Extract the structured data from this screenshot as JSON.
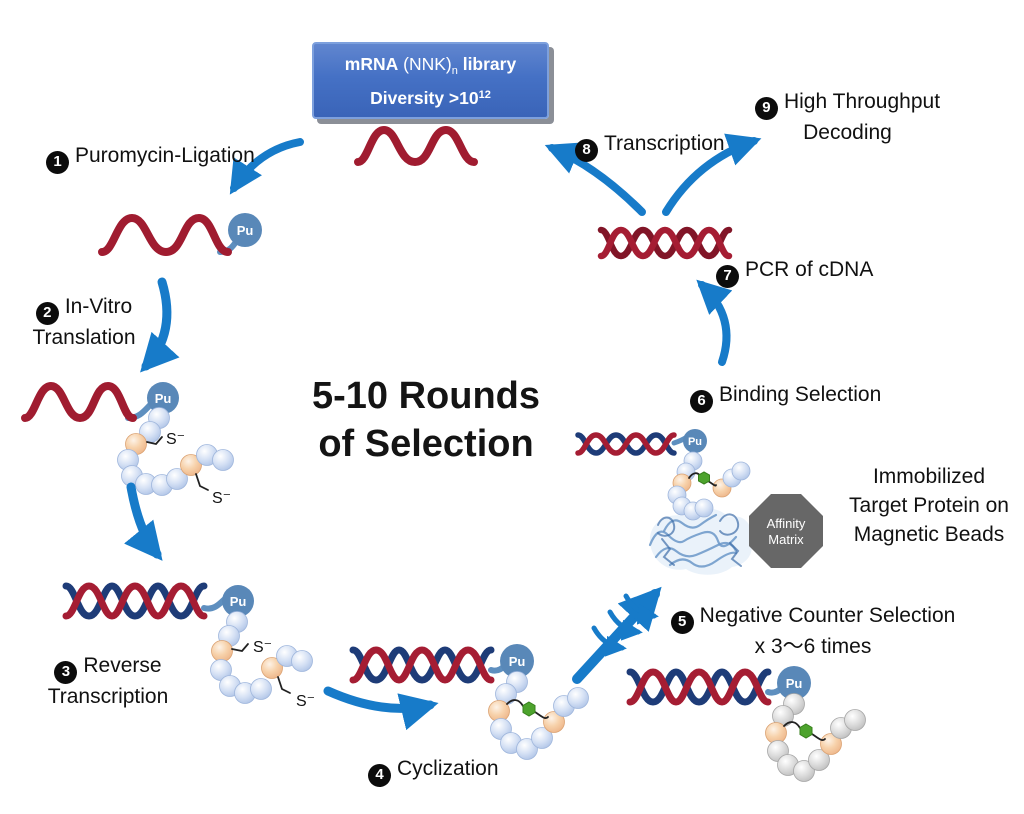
{
  "library_box": {
    "t_bold1": "mRNA",
    "t_mid": " (NNK)",
    "t_sub": "n",
    "t_bold2": " library",
    "d_base": "Diversity >10",
    "d_sup": "12"
  },
  "center_text": {
    "line1": "5-10 Rounds",
    "line2": "of Selection"
  },
  "steps": [
    {
      "num": "1",
      "line1": "Puromycin-Ligation",
      "line2": ""
    },
    {
      "num": "2",
      "line1": "In-Vitro",
      "line2": "Translation"
    },
    {
      "num": "3",
      "line1": "Reverse",
      "line2": "Transcription"
    },
    {
      "num": "4",
      "line1": "Cyclization",
      "line2": ""
    },
    {
      "num": "5",
      "line1": "Negative Counter Selection",
      "line2": "x 3～6 times"
    },
    {
      "num": "6",
      "line1": "Binding Selection",
      "line2": ""
    },
    {
      "num": "7",
      "line1": "PCR of cDNA",
      "line2": ""
    },
    {
      "num": "8",
      "line1": "Transcription",
      "line2": ""
    },
    {
      "num": "9",
      "line1": "High Throughput",
      "line2": "Decoding"
    }
  ],
  "annotations": {
    "immobilized_line1": "Immobilized",
    "immobilized_line2": "Target Protein on",
    "immobilized_line3": "Magnetic Beads",
    "affinity_line1": "Affinity",
    "affinity_line2": "Matrix",
    "pu_label": "Pu",
    "thiol_label": "S⁻"
  },
  "colors": {
    "arrow_blue": "#177bc9",
    "mrna_red": "#a01c30",
    "dna_navy": "#1e3c78",
    "pu_blue": "#5988b8",
    "bead_blue": "#c9d9f0",
    "bead_orange": "#f6c9a2",
    "bead_gray": "#cbcbcb",
    "linker_green": "#4da32d",
    "matrix_gray": "#676767",
    "box_blue": "#4571c5"
  }
}
